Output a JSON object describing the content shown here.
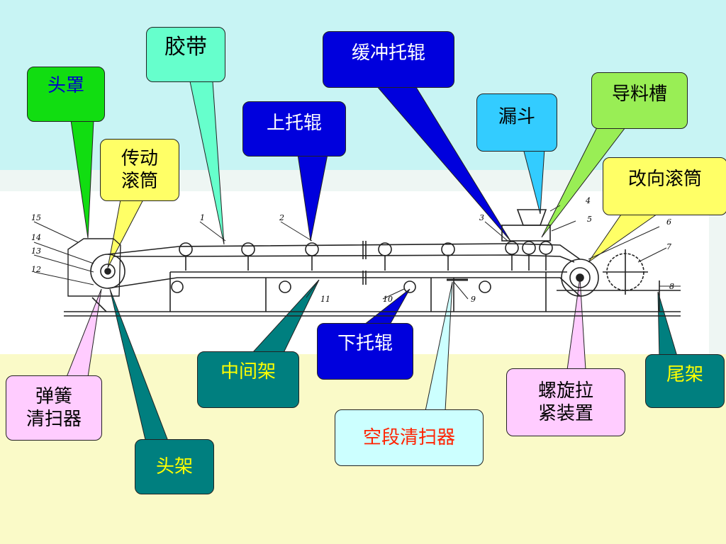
{
  "callouts": {
    "toupao": "头罩",
    "jiaodai": "胶带",
    "chuandong": "传动\n滚筒",
    "shangtuogun": "上托辊",
    "huanchong": "缓冲托辊",
    "loudou": "漏斗",
    "daoliao": "导料槽",
    "gaixiang": "改向滚筒",
    "tanhuang": "弹簧\n清扫器",
    "toujia": "头架",
    "zhongjian": "中间架",
    "xiatuogun": "下托辊",
    "kongduan": "空段清扫器",
    "luoxuan": "螺旋拉\n紧装置",
    "weijia": "尾架"
  },
  "drawing_numbers": {
    "n1": "1",
    "n2": "2",
    "n3": "3",
    "n4": "4",
    "n5": "5",
    "n6": "6",
    "n7": "7",
    "n8": "8",
    "n9": "9",
    "n10": "10",
    "n11": "11",
    "n12": "12",
    "n13": "13",
    "n14": "14",
    "n15": "15"
  },
  "colors": {
    "green": "#11dd11",
    "mint": "#66ffcc",
    "yellow": "#ffff66",
    "blue": "#0000dd",
    "light_blue": "#33ccff",
    "light_green": "#99ee55",
    "pink": "#ffccff",
    "teal": "#007f7f",
    "pale_cyan": "#ccffff",
    "red_text": "#ff2200",
    "yellow_text": "#ffff00"
  }
}
